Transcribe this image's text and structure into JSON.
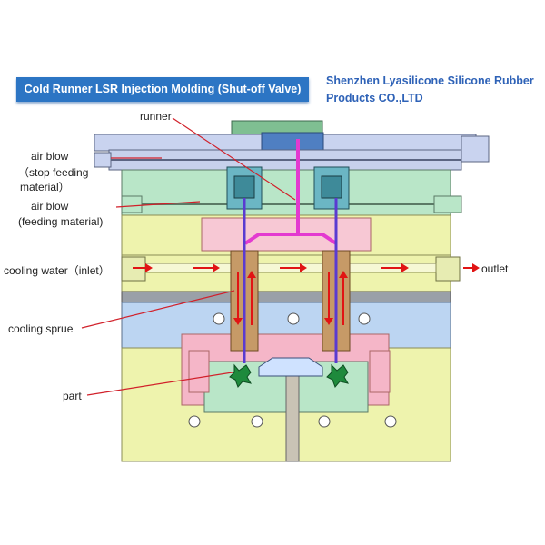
{
  "header": {
    "title": "Cold Runner LSR Injection Molding (Shut-off Valve)",
    "company_line_1": "Shenzhen Lyasilicone Silicone Rubber",
    "company_line_2": "Products CO.,LTD"
  },
  "labels": {
    "runner": "runner",
    "air_blow_stop_1": "air blow",
    "air_blow_stop_2": "（stop feeding",
    "air_blow_stop_3": "material）",
    "air_blow_feed_1": "air blow",
    "air_blow_feed_2": "(feeding material)",
    "cooling_water_inlet": "cooling water（inlet）",
    "outlet": "outlet",
    "cooling_sprue": "cooling sprue",
    "part": "part"
  },
  "colors": {
    "banner": "#2c75c4",
    "company_text": "#2e62b7",
    "mold_plate_green": "#b9e6c8",
    "mold_plate_yellow": "#eef3ad",
    "mold_plate_blue": "#bcd5f2",
    "cavity_pink": "#f5b6c8",
    "runner_magenta": "#e33ad0",
    "sprue_purple": "#5a3bd1",
    "flow_arrow_red": "#e11414",
    "part_green": "#1e8a3c"
  }
}
